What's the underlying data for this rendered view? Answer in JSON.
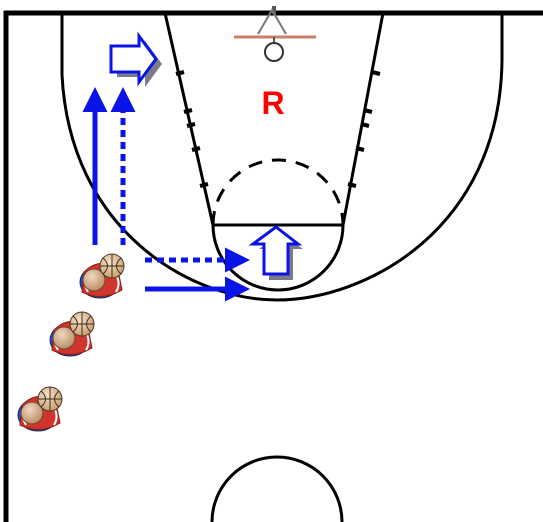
{
  "diagram": {
    "rebounder_label": "R",
    "colors": {
      "court_lines": "#000000",
      "movement_arrows": "#0a14e6",
      "rebounder_label": "#ff0000",
      "rim_bar": "#c8806a",
      "player_jersey": "#d0342c",
      "player_shorts": "#2a50b8",
      "basketball": "#e8c49a"
    },
    "elements": {
      "court": "half-court",
      "players": 3,
      "player_icon": "player-with-ball-icon",
      "arrows": [
        {
          "style": "solid",
          "direction": "up"
        },
        {
          "style": "dashed",
          "direction": "up"
        },
        {
          "style": "dashed",
          "direction": "right"
        },
        {
          "style": "solid",
          "direction": "right"
        }
      ],
      "block_arrows": [
        {
          "direction": "right",
          "icon": "hollow-arrow-right-icon"
        },
        {
          "direction": "up",
          "icon": "hollow-arrow-up-icon"
        }
      ]
    }
  }
}
